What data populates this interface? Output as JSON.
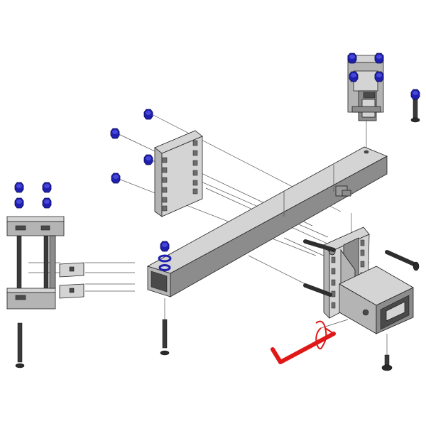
{
  "diagram": {
    "kind": "exploded-assembly",
    "colors": {
      "background": "#ffffff",
      "steel": "#b4b4b4",
      "steel_light": "#d4d4d4",
      "steel_dark": "#8c8c8c",
      "outline": "#1e1e1e",
      "nut_blue": "#1f1fb0",
      "nut_blue_light": "#4646d8",
      "bolt_dark": "#3a3a3a",
      "pin_red": "#e01818",
      "leader_line": "#555555"
    },
    "parts": [
      {
        "id": "main-crossbar-tube",
        "icon": "square-tube"
      },
      {
        "id": "vertical-adjustment-plate",
        "icon": "slotted-plate"
      },
      {
        "id": "receiver-hitch-assembly",
        "icon": "receiver-hitch"
      },
      {
        "id": "hitch-pin",
        "icon": "hitch-pin"
      },
      {
        "id": "side-mount-bracket",
        "icon": "u-bracket"
      },
      {
        "id": "top-right-clamp-bracket",
        "icon": "clamp-bracket"
      },
      {
        "id": "lock-nuts",
        "icon": "hex-nut",
        "count": 14
      },
      {
        "id": "carriage-bolts",
        "icon": "bolt",
        "count": 9
      }
    ]
  }
}
